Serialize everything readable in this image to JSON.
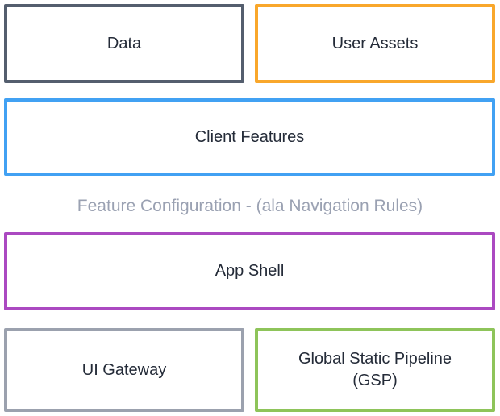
{
  "diagram_title": "frontend-architecture-layers",
  "boxes": {
    "data": {
      "label": "Data",
      "border": "#545e6e"
    },
    "user_assets": {
      "label": "User Assets",
      "border": "#f9a72b"
    },
    "client_features": {
      "label": "Client Features",
      "border": "#41a1f3"
    },
    "app_shell": {
      "label": "App Shell",
      "border": "#ab49c1"
    },
    "ui_gateway": {
      "label": "UI Gateway",
      "border": "#9ba1ae"
    },
    "gsp": {
      "label": "Global Static Pipeline (GSP)",
      "border": "#8ec45a"
    }
  },
  "annotation": {
    "label": "Feature Configuration - (ala Navigation Rules)",
    "color": "#9aa1b2"
  },
  "text_color": "#242b38",
  "background_color": "#ffffff"
}
